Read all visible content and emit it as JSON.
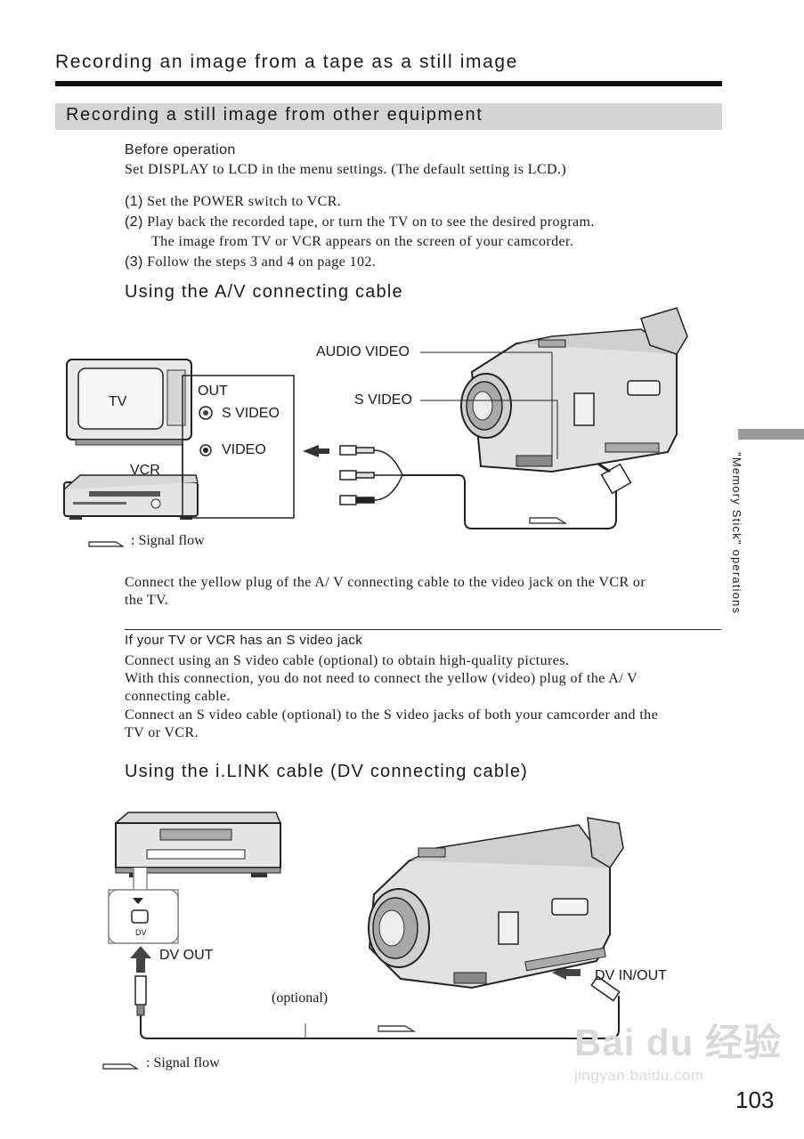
{
  "header": {
    "page_title": "Recording an image from a tape as a still image",
    "section_heading": "Recording a still image from other equipment"
  },
  "before_operation": {
    "heading": "Before operation",
    "text": "Set DISPLAY to LCD in the menu settings. (The default setting is LCD.)"
  },
  "steps": [
    {
      "num": "(1)",
      "text": "Set the POWER switch to VCR."
    },
    {
      "num": "(2)",
      "text": "Play back the recorded tape, or turn the TV on to see the desired program."
    },
    {
      "num": "",
      "text": "The image from TV or VCR appears on the screen of your camcorder."
    },
    {
      "num": "(3)",
      "text": "Follow the steps 3 and 4 on page 102."
    }
  ],
  "av_section": {
    "heading": "Using the A/V connecting cable",
    "labels": {
      "tv": "TV",
      "vcr": "VCR",
      "out": "OUT",
      "s_video_out": "S VIDEO",
      "video_out": "VIDEO",
      "audio_video": "AUDIO VIDEO",
      "s_video_cam": "S VIDEO"
    },
    "signal_flow": ": Signal flow",
    "caption_line1": "Connect the yellow plug of the A/ V connecting cable to the video jack on the VCR or",
    "caption_line2": "the TV."
  },
  "svideo_note": {
    "heading": "If your TV or VCR has an S video jack",
    "lines": [
      "Connect using an S video cable (optional) to obtain high-quality pictures.",
      "With this connection, you do not need to connect the yellow (video) plug of the A/ V",
      "connecting cable.",
      "Connect an S video cable (optional) to the S video jacks of both your camcorder and the",
      "TV or VCR."
    ]
  },
  "ilink_section": {
    "heading": "Using the i.LINK cable (DV connecting cable)",
    "labels": {
      "dv": "DV",
      "dv_out": "DV OUT",
      "dv_in_out": "DV IN/OUT",
      "optional": "(optional)"
    },
    "signal_flow": ": Signal flow"
  },
  "side_tab": {
    "label": "\"Memory Stick\" operations"
  },
  "page_number": "103",
  "watermark": {
    "main": "Bai du 经验",
    "sub": "jingyan.baidu.com"
  }
}
